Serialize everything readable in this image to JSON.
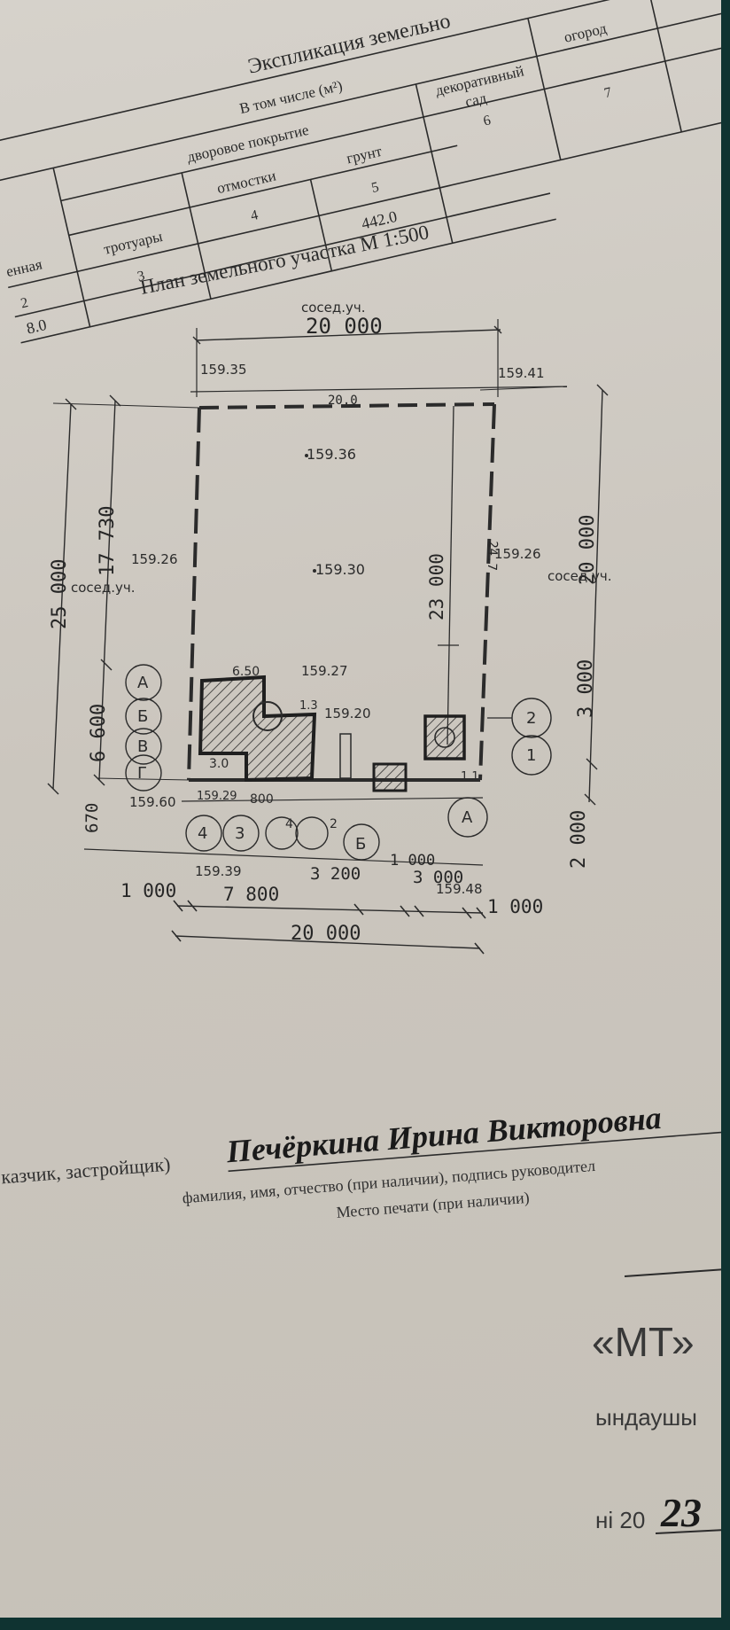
{
  "table": {
    "title": "Экспликация земельно",
    "subheader": "В том числе (м²)",
    "group_header": "дворовое покрытие",
    "col_first_partial": "енная",
    "col_sidewalks": "тротуары",
    "col_blind_area": "отмостки",
    "col_soil": "грунт",
    "col_decorative_garden_1": "декоративный",
    "col_decorative_garden_2": "сад",
    "col_vegetable_garden": "огород",
    "num_3": "3",
    "num_4": "4",
    "num_5": "5",
    "num_6": "6",
    "num_7": "7",
    "num_2_partial": "2",
    "value_soil": "442.0",
    "value_first_partial": "8.0"
  },
  "plan": {
    "title": "План земельного участка М 1:500",
    "neighbor_top": "сосед.уч.",
    "neighbor_left": "сосед.уч.",
    "neighbor_right": "сосед.уч.",
    "dim_top": "20 000",
    "dim_left_25": "25 000",
    "dim_left_17": "17 730",
    "dim_left_6": "6 600",
    "dim_left_670": "670",
    "dim_right_20": "20 000",
    "dim_right_3": "3 000",
    "dim_right_2": "2 000",
    "dim_inner_23": "23 000",
    "dim_inner_200": "20.0",
    "dim_inner_247": "24.7",
    "dim_bottom_1000_left": "1 000",
    "dim_bottom_7800": "7 800",
    "dim_bottom_3200": "3 200",
    "dim_bottom_3000": "3 000",
    "dim_bottom_1000_right": "1 000",
    "dim_bottom_total": "20 000",
    "dim_house_650": "6.50",
    "dim_house_30": "3.0",
    "dim_house_800": "800",
    "dim_house_11": "1.1",
    "dim_house_13": "1.3",
    "dim_1000": "1 000",
    "elev": [
      "159.35",
      "159.41",
      "159.36",
      "159.26",
      "159.30",
      "159.26",
      "159.27",
      "159.20",
      "159.60",
      "159.29",
      "159.39",
      "159.48"
    ],
    "labels_circle": [
      "A",
      "Б",
      "B",
      "Г",
      "2",
      "1",
      "4",
      "3",
      "4",
      "2",
      "Б",
      "A"
    ]
  },
  "signature": {
    "prefix": "казчик, застройщик)",
    "name": "Печёркина Ирина Викторовна",
    "caption_1": "фамилия, имя, отчество (при наличии), подпись руководител",
    "caption_2": "Место печати (при наличии)"
  },
  "stamp": {
    "company": "«МТ»",
    "line_2": "ындаушы",
    "year_prefix": "ні 20",
    "year_handwritten": "23"
  }
}
